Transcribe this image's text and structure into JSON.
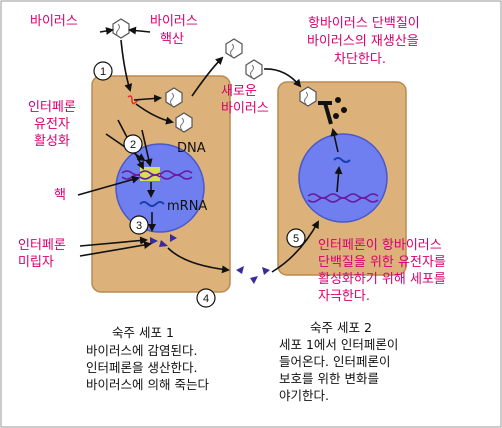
{
  "colors": {
    "cell": "#dcb27a",
    "cell_border": "#b88a50",
    "nucleus": "#6f7ff0",
    "nucleus_border": "#4a58c8",
    "pink": "#d6006f",
    "dna_highlight": "#e8f23a",
    "arrow": "#111111"
  },
  "labels": {
    "virus": "바이러스",
    "virus_nucleic_acid_1": "바이러스",
    "virus_nucleic_acid_2": "핵산",
    "new_virus_1": "새로운",
    "new_virus_2": "바이러스",
    "ifn_gene_1": "인터페론",
    "ifn_gene_2": "유전자",
    "ifn_gene_3": "활성화",
    "dna": "DNA",
    "mrna": "mRNA",
    "nucleus": "핵",
    "ifn_molecule_1": "인터페론",
    "ifn_molecule_2": "미립자",
    "antiviral_1": "항바이러스 단백질이",
    "antiviral_2": "바이러스의 재생산을",
    "antiviral_3": "차단한다.",
    "ifn_stim_1": "인터페론이 항바이러스",
    "ifn_stim_2": "단백질을 위한 유전자를",
    "ifn_stim_3": "활성화하기 위해 세포를",
    "ifn_stim_4": "자극한다."
  },
  "steps": [
    "1",
    "2",
    "3",
    "4",
    "5"
  ],
  "host1": {
    "title": "숙주 세포 1",
    "lines": [
      "바이러스에 감염된다.",
      "인터페론을 생산한다.",
      "바이러스에 의해 죽는다"
    ]
  },
  "host2": {
    "title": "숙주 세포 2",
    "lines": [
      "세포 1에서 인터페론이",
      "들어온다. 인터페론이",
      "보호를 위한 변화를",
      "야기한다."
    ]
  }
}
